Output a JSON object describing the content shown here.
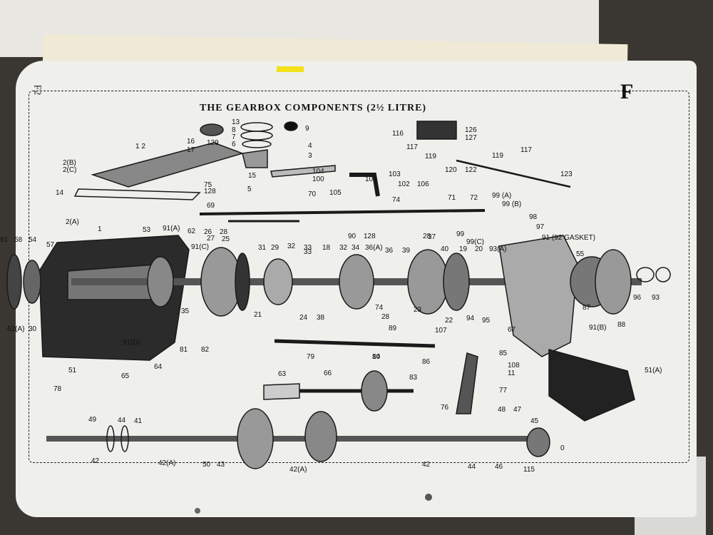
{
  "page_number": "F2",
  "section_letter": "F",
  "title": "THE GEARBOX COMPONENTS (2½ LITRE)",
  "labels": [
    "13",
    "8",
    "7",
    "6",
    "9",
    "1 2",
    "16",
    "17",
    "129",
    "2(B)",
    "2(C)",
    "14",
    "3",
    "4",
    "15",
    "104",
    "100",
    "101",
    "5",
    "75",
    "128",
    "103",
    "102",
    "106",
    "116",
    "126",
    "127",
    "117",
    "117",
    "119",
    "119",
    "120",
    "122",
    "123",
    "105",
    "74",
    "71",
    "72",
    "99 (A)",
    "99 (B)",
    "69",
    "70",
    "2(A)",
    "90",
    "128",
    "98",
    "97",
    "91(A)",
    "62",
    "26",
    "28",
    "1",
    "53",
    "27",
    "25",
    "91(C)",
    "33",
    "37",
    "99",
    "99(C)",
    "91 (92 GASKET)",
    "61",
    "58",
    "54",
    "57",
    "31",
    "29",
    "32",
    "33",
    "18",
    "32",
    "34",
    "36(A)",
    "36",
    "39",
    "28",
    "40",
    "19",
    "20",
    "93(A)",
    "55",
    "62(A)",
    "30",
    "35",
    "24",
    "38",
    "21",
    "23",
    "94",
    "95",
    "96",
    "93",
    "87",
    "88",
    "74",
    "28",
    "89",
    "22",
    "107",
    "67",
    "91(B)",
    "91(D)",
    "81",
    "82",
    "79",
    "84",
    "86",
    "85",
    "108",
    "11",
    "51(A)",
    "51",
    "64",
    "65",
    "63",
    "66",
    "10",
    "83",
    "78",
    "76",
    "77",
    "48",
    "47",
    "45",
    "49",
    "44",
    "41",
    "42",
    "42(A)",
    "50",
    "43",
    "42(A)",
    "42",
    "44",
    "46",
    "115",
    "0"
  ]
}
